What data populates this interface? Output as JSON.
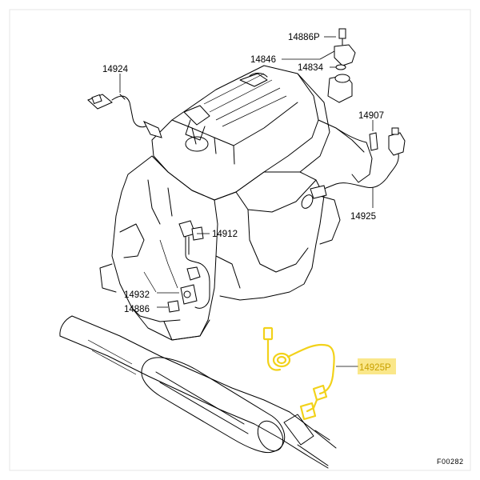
{
  "labels": {
    "p14886P": "14886P",
    "p14846": "14846",
    "p14834": "14834",
    "p14924": "14924",
    "p14907": "14907",
    "p14925": "14925",
    "p14912": "14912",
    "p14932": "14932",
    "p14886": "14886",
    "p14925P": "14925P",
    "figure_code": "F00282"
  },
  "colors": {
    "highlight": "#f2d21a",
    "highlight_box": "#f5d32a",
    "line": "#000000"
  }
}
